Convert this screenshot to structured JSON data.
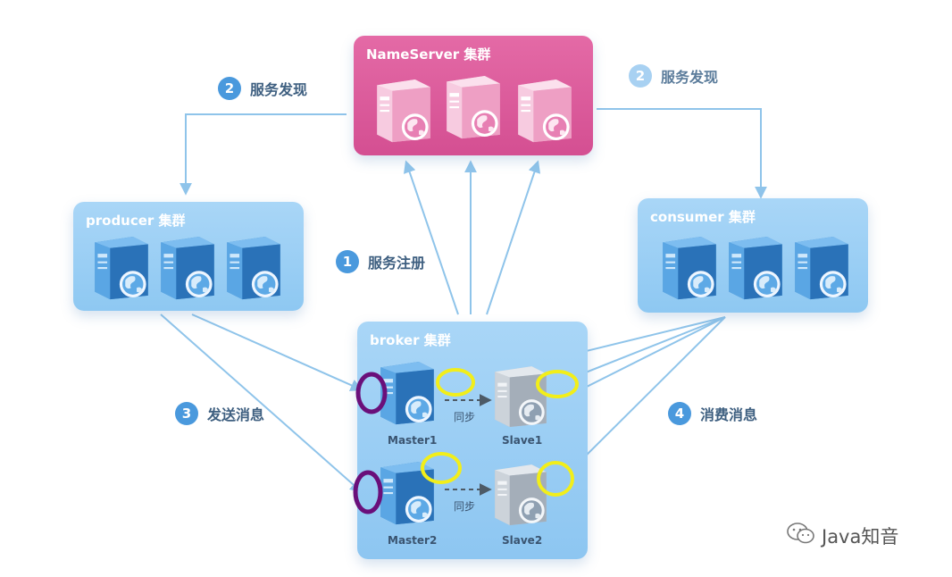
{
  "clusters": {
    "nameserver": {
      "title": "NameServer 集群"
    },
    "producer": {
      "title": "producer 集群"
    },
    "consumer": {
      "title": "consumer 集群"
    },
    "broker": {
      "title": "broker 集群"
    }
  },
  "steps": {
    "discovery_left": {
      "num": "2",
      "label": "服务发现"
    },
    "discovery_right": {
      "num": "2",
      "label": "服务发现"
    },
    "register": {
      "num": "1",
      "label": "服务注册"
    },
    "send": {
      "num": "3",
      "label": "发送消息"
    },
    "consume": {
      "num": "4",
      "label": "消费消息"
    }
  },
  "broker_nodes": {
    "master1": "Master1",
    "slave1": "Slave1",
    "master2": "Master2",
    "slave2": "Slave2",
    "sync_1": "同步",
    "sync_2": "同步"
  },
  "watermark": {
    "text": "Java知音"
  },
  "colors": {
    "nameserver": "#d9589a",
    "cluster_blue": "#9acdf3",
    "arrow": "#8fc4ea",
    "step_badge": "#4a99dd",
    "highlight_yellow": "#f2ee1a",
    "highlight_purple": "#6a0f7a"
  }
}
